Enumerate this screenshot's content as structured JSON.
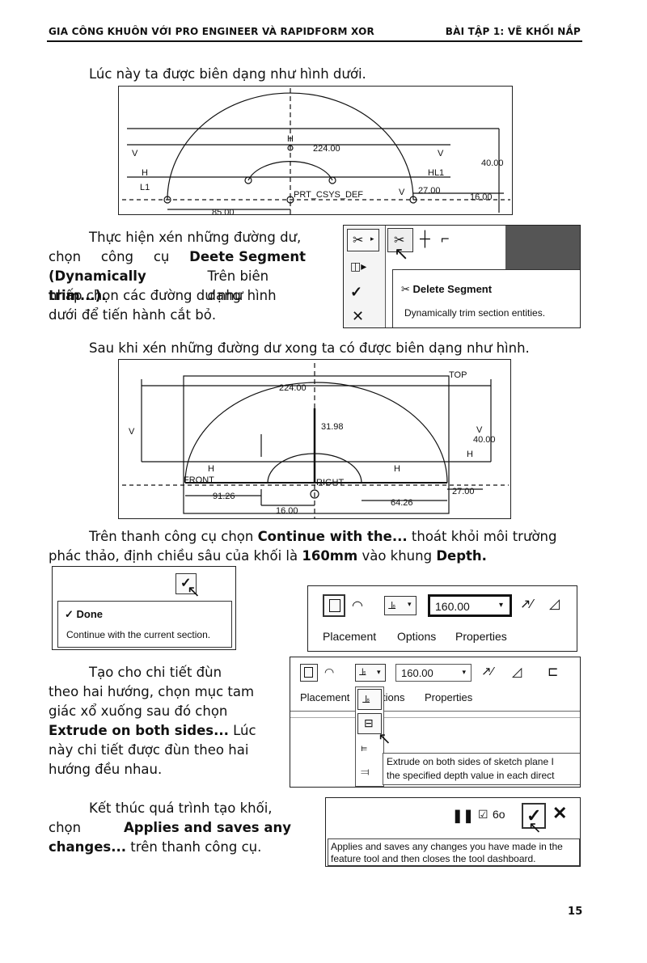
{
  "header": {
    "left": "GIA CÔNG KHUÔN VỚI PRO ENGINEER VÀ RAPIDFORM XOR",
    "right": "BÀI TẬP 1: VẼ KHỐI NẮP"
  },
  "p1": "Lúc này ta được biên dạng như hình dưới.",
  "fig1": {
    "d224": "224.00",
    "d40": "40.00",
    "d27": "27.00",
    "d16": "16.00",
    "d85": "85.00",
    "csys": "PRT_CSYS_DEF",
    "H": "H",
    "V": "V",
    "L1": "L1",
    "HL1": "HL1"
  },
  "p2": {
    "l1": "Thực hiện xén những đường dư,",
    "l2a": "chọn",
    "l2b": "công",
    "l2c": "cụ",
    "l2d": "Deete Segment",
    "l3a": "(Dynamically trim...).",
    "l3b": "Trên biên dạng",
    "l4": "nhấp chọn các đường dư như hình",
    "l5": "dưới để tiến hành cắt bỏ."
  },
  "trim_ui": {
    "title": "Delete Segment",
    "desc": "Dynamically trim section entities."
  },
  "p3": "Sau khi xén những đường dư xong ta có được biên dạng như hình.",
  "fig2": {
    "top": "TOP",
    "d224": "224.00",
    "d3198": "31.98",
    "d40": "40.00",
    "d9126": "91.26",
    "d6426": "64.26",
    "d16": "16.00",
    "d27": "27.00",
    "front": "FRONT",
    "right": "RIGHT",
    "H": "H",
    "V": "V"
  },
  "p4": {
    "a": "Trên thanh công cụ chọn",
    "b": "Continue with the...",
    "c": "thoát khỏi môi trường",
    "d": "phác thảo, định chiều sâu của khối là",
    "e": "160mm",
    "f": "vào khung",
    "g": "Depth."
  },
  "done_ui": {
    "title": "Done",
    "desc": "Continue with the current section."
  },
  "dash1": {
    "depth": "160.00",
    "tabs": [
      "Placement",
      "Options",
      "Properties"
    ]
  },
  "p5": {
    "l1": "Tạo cho chi tiết đùn",
    "l2": "theo hai hướng, chọn mục tam",
    "l3": "giác xổ xuống sau đó chọn",
    "l4a": "Extrude on both sides...",
    "l4b": "Lúc",
    "l5": "này chi tiết được đùn theo hai",
    "l6": "hướng đều nhau."
  },
  "dash2": {
    "depth": "160.00",
    "tab_placement": "Placement",
    "tab_options_partial": "tions",
    "tab_properties": "Properties",
    "tip1": "Extrude on both sides of sketch plane I",
    "tip2": "the specified depth value in each direct"
  },
  "p6": {
    "l1": "Kết thúc quá trình tạo khối,",
    "l2a": "chọn",
    "l2b": "Applies and saves any",
    "l3a": "changes...",
    "l3b": "trên thanh công cụ."
  },
  "apply_ui": {
    "tip1": "Applies and saves any changes you have made in the",
    "tip2": "feature tool and then closes the tool dashboard."
  },
  "page_number": "15"
}
